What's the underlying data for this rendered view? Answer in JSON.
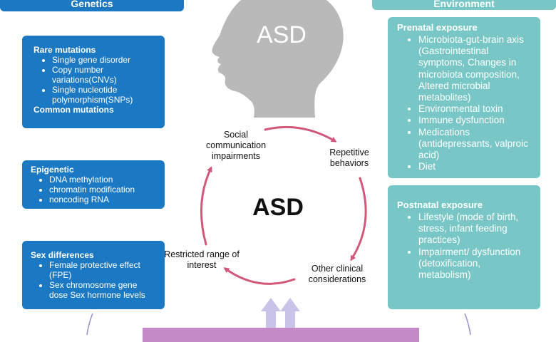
{
  "center_label": "ASD",
  "head_label": "ASD",
  "left_header": "Genetics",
  "right_header": "Environment",
  "left_boxes": {
    "rare": {
      "title": "Rare mutations",
      "items": [
        "Single gene disorder",
        "Copy number variations(CNVs)",
        "Single nucleotide polymorphism(SNPs)"
      ],
      "footer": "Common mutations"
    },
    "epigenetic": {
      "title": "Epigenetic",
      "items": [
        "DNA methylation",
        "chromatin modification",
        "noncoding RNA"
      ]
    },
    "sex": {
      "title": "Sex differences",
      "items": [
        "Female protective effect (FPE)",
        "Sex chromosome gene dose Sex hormone levels"
      ]
    }
  },
  "right_boxes": {
    "prenatal": {
      "title": "Prenatal exposure",
      "items": [
        "Microbiota-gut-brain axis (Gastrointestinal symptoms, Changes in microbiota composition, Altered microbial metabolites)",
        "Environmental toxin",
        "Immune dysfunction",
        "Medications (antidepressants, valproic acid)",
        "Diet"
      ]
    },
    "postnatal": {
      "title": "Postnatal exposure",
      "items": [
        "Lifestyle (mode of birth, stress, infant feeding practices)",
        "Impairment/ dysfunction (detoxification, metabolism)"
      ]
    }
  },
  "cycle_labels": {
    "social": "Social communication impairments",
    "repetitive": "Repetitive behaviors",
    "other": "Other clinical considerations",
    "restricted": "Restricted range of interest"
  },
  "colors": {
    "genetics_blue": "#1b78c2",
    "environment_teal": "#79c6c6",
    "cycle_arrow": "#d2587a",
    "head_gray": "#b9b9b9",
    "up_arrows": "#c9c3ea",
    "bottom_bar": "#c48ac8"
  },
  "icons": {
    "head": "child-head-silhouette",
    "cycle": "circular-arrows",
    "up": "up-arrow"
  }
}
